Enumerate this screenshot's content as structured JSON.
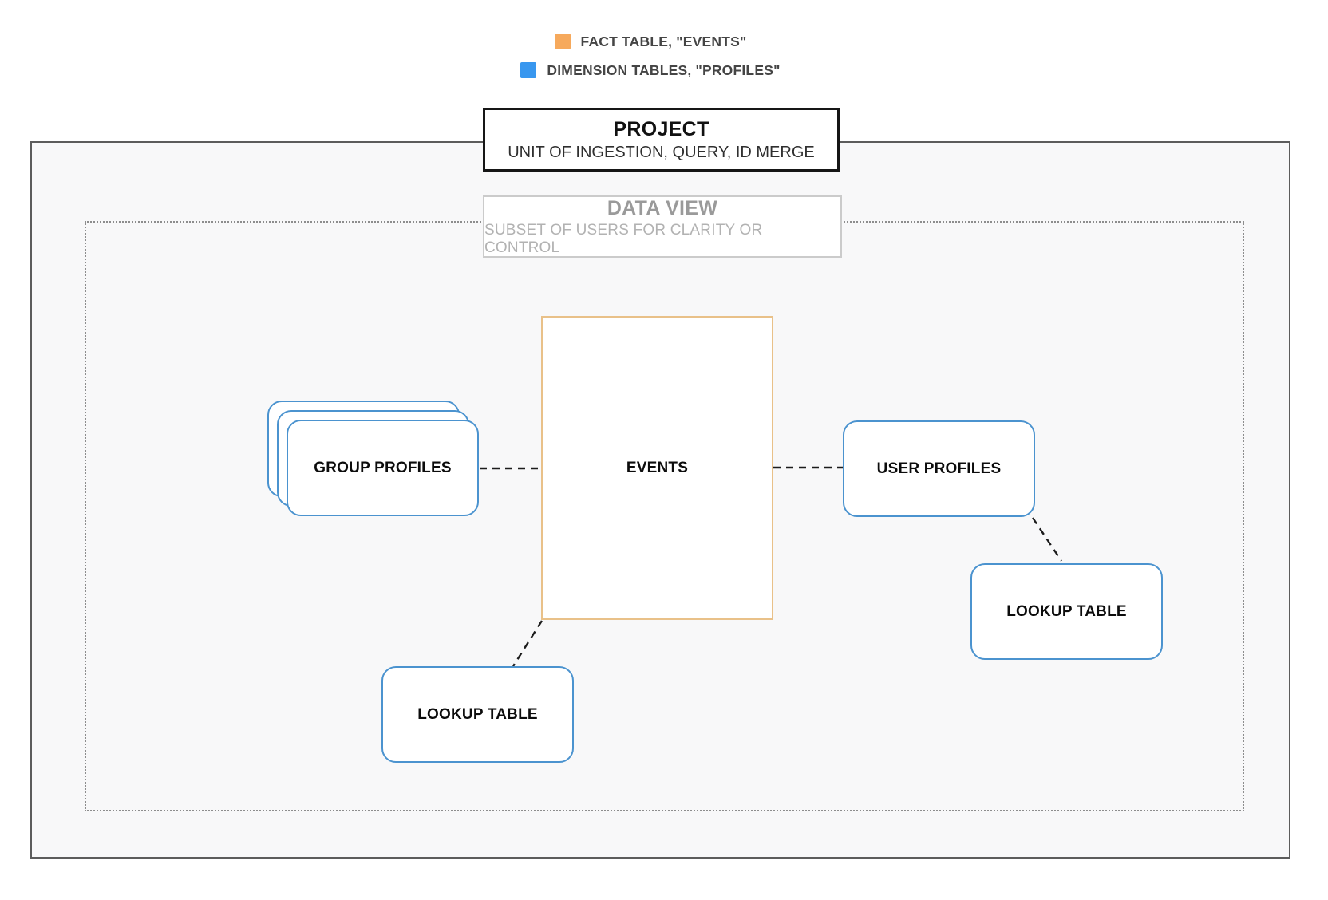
{
  "legend": {
    "items": [
      {
        "id": "fact-table",
        "label": "FACT TABLE, \"EVENTS\"",
        "color": "#f6a95c"
      },
      {
        "id": "dimension-tables",
        "label": "DIMENSION TABLES, \"PROFILES\"",
        "color": "#3897ef"
      }
    ]
  },
  "project": {
    "title": "PROJECT",
    "subtitle": "UNIT OF INGESTION, QUERY, ID MERGE"
  },
  "data_view": {
    "title": "DATA VIEW",
    "subtitle": "SUBSET OF USERS FOR CLARITY OR CONTROL"
  },
  "nodes": {
    "events": {
      "label": "EVENTS",
      "type": "fact"
    },
    "group_profiles": {
      "label": "GROUP PROFILES",
      "type": "dimension",
      "stacked": true
    },
    "user_profiles": {
      "label": "USER PROFILES",
      "type": "dimension"
    },
    "lookup_bottom": {
      "label": "LOOKUP TABLE",
      "type": "dimension"
    },
    "lookup_right": {
      "label": "LOOKUP TABLE",
      "type": "dimension"
    }
  },
  "edges": [
    {
      "from": "group_profiles",
      "to": "events",
      "style": "dashed"
    },
    {
      "from": "events",
      "to": "user_profiles",
      "style": "dashed"
    },
    {
      "from": "user_profiles",
      "to": "lookup_right",
      "style": "dashed"
    },
    {
      "from": "events",
      "to": "lookup_bottom",
      "style": "dashed"
    }
  ],
  "colors": {
    "fact_border": "#e9c189",
    "dimension_border": "#4b93cf",
    "legend_fact": "#f6a95c",
    "legend_dimension": "#3897ef",
    "outer_border": "#5c5c5c",
    "outer_fill": "#f8f8f9",
    "connector": "#1c1c1c"
  }
}
